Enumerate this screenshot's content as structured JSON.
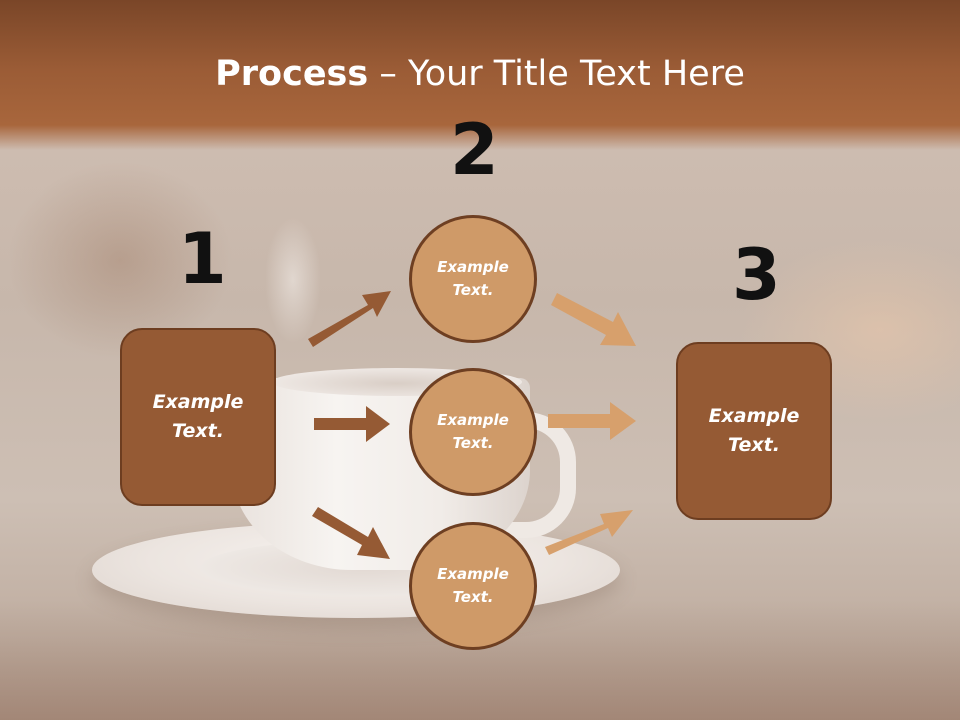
{
  "title": {
    "bold": "Process",
    "rest": " – Your Title Text Here"
  },
  "steps": [
    {
      "number": "1",
      "boxes": [
        "Example\nText."
      ]
    },
    {
      "number": "2",
      "circles": [
        "Example\nText.",
        "Example\nText.",
        "Example\nText."
      ]
    },
    {
      "number": "3",
      "boxes": [
        "Example\nText."
      ]
    }
  ],
  "colors": {
    "box_fill": "#955a34",
    "circle_fill": "#cf9a68",
    "arrow_dark": "#955a34",
    "arrow_light": "#d7a06c",
    "title_text": "#ffffff",
    "number_text": "#111111"
  }
}
